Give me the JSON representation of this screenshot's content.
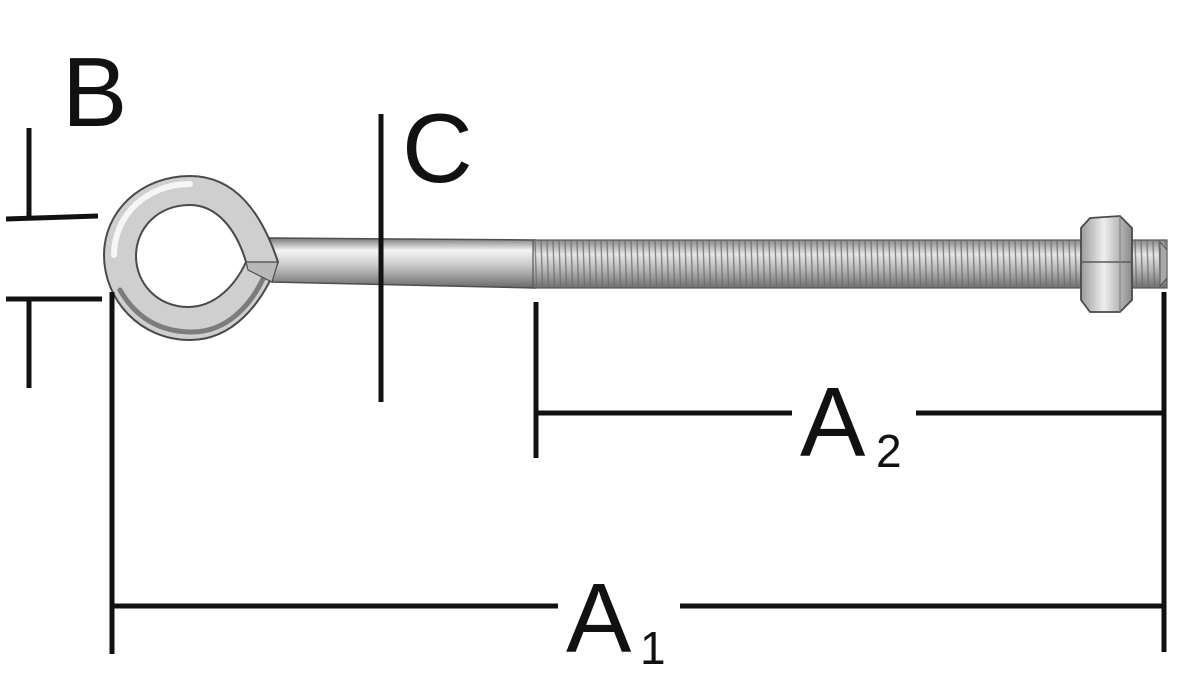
{
  "diagram": {
    "labels": {
      "b": "B",
      "c": "C",
      "a2_main": "A",
      "a2_sub": "2",
      "a1_main": "A",
      "a1_sub": "1"
    },
    "colors": {
      "line": "#111111",
      "metal_light": "#f2f2f2",
      "metal_mid": "#bdbdbd",
      "metal_dark": "#6e6e6e",
      "thread": "#9a9a9a"
    },
    "parts": [
      "eye-loop",
      "shank",
      "threaded-rod",
      "hex-nut"
    ]
  }
}
